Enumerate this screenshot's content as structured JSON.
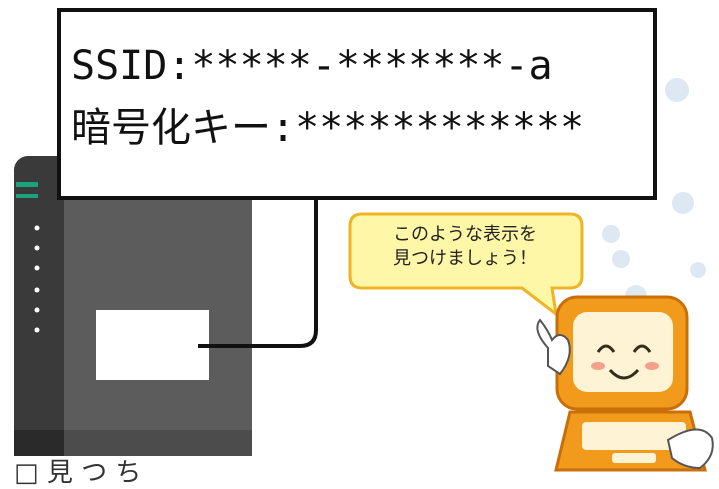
{
  "label": {
    "ssid_line": "SSID:*****-*******-a",
    "key_line": "暗号化キー:************"
  },
  "bubble": {
    "line1": "このような表示を",
    "line2": "見つけましょう！"
  },
  "router": {
    "caption": "□ 見 つ ち"
  },
  "colors": {
    "router_body": "#4a4a4a",
    "router_front": "#5c5c5c",
    "led_accent": "#1aa37a",
    "bubble_fill": "#fff7a8",
    "bubble_border": "#f0b323",
    "mascot_body": "#f29a1c",
    "dot": "#dde8f2"
  }
}
